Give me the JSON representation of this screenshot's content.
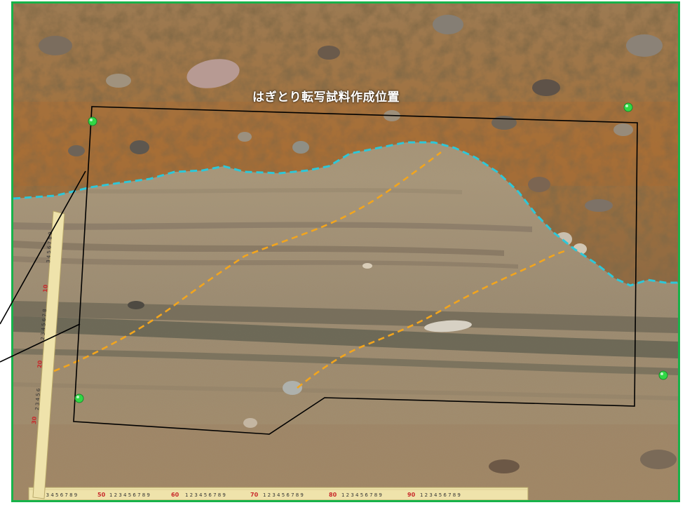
{
  "photo": {
    "caption": "はぎとり転写試料作成位置",
    "subject": "soil-stratigraphy-outcrop"
  },
  "colors": {
    "frame_border": "#17b34a",
    "layer_boundary_dashed": "#2ec7d8",
    "cross_bedding_dashed": "#f2a51e",
    "sample_outline": "#000000",
    "survey_pin": "#31d846",
    "caption_text": "#ffffff"
  },
  "line_styles": {
    "layer_boundary": "dashed",
    "cross_bedding": "dashed",
    "sample_outline": "solid"
  },
  "icons": {
    "survey_pin": "survey-pin-icon",
    "ruler": "folding-ruler"
  }
}
